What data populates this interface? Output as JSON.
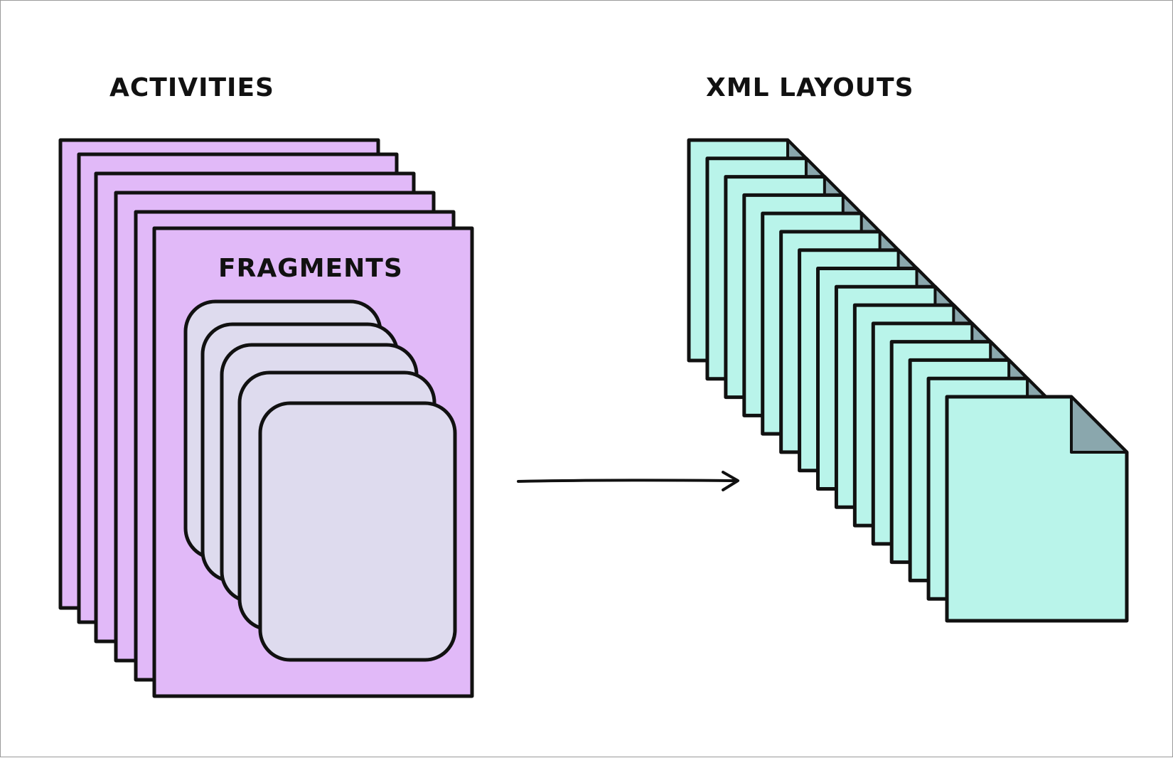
{
  "diagram": {
    "labels": {
      "activities": "ACTIVITIES",
      "fragments": "FRAGMENTS",
      "xml_layouts": "XML LAYOUTS"
    },
    "colors": {
      "activity_fill": "#e1b9f8",
      "fragment_fill": "#dedbee",
      "layout_fill": "#b9f4ea",
      "fold_fill": "#8aa7ad",
      "stroke": "#111111"
    }
  }
}
